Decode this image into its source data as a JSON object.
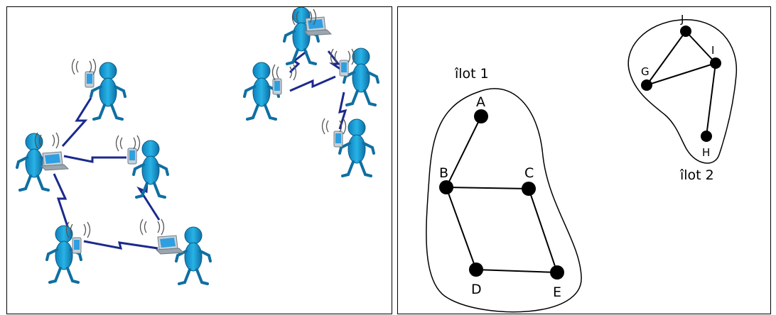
{
  "left_panel": {
    "description_hidden": "",
    "people": [
      {
        "device": "phone"
      },
      {
        "device": "laptop"
      },
      {
        "device": "phone"
      },
      {
        "device": "phone"
      },
      {
        "device": "laptop"
      },
      {
        "device": "laptop"
      },
      {
        "device": "phone"
      },
      {
        "device": "phone"
      },
      {
        "device": "phone"
      }
    ],
    "colors": {
      "person": "#1a9fd6",
      "person_dark": "#0f6fa1",
      "link": "#1b2a8c",
      "device": "#b9c3cc"
    }
  },
  "right_panel": {
    "islands": [
      {
        "label": "îlot 1",
        "nodes": [
          "A",
          "B",
          "C",
          "D",
          "E"
        ],
        "edges": [
          [
            "A",
            "B"
          ],
          [
            "B",
            "C"
          ],
          [
            "B",
            "D"
          ],
          [
            "C",
            "E"
          ],
          [
            "D",
            "E"
          ]
        ]
      },
      {
        "label": "îlot 2",
        "nodes": [
          "G",
          "H",
          "I",
          "J"
        ],
        "edges": [
          [
            "J",
            "G"
          ],
          [
            "J",
            "I"
          ],
          [
            "G",
            "I"
          ],
          [
            "I",
            "H"
          ]
        ]
      }
    ]
  }
}
